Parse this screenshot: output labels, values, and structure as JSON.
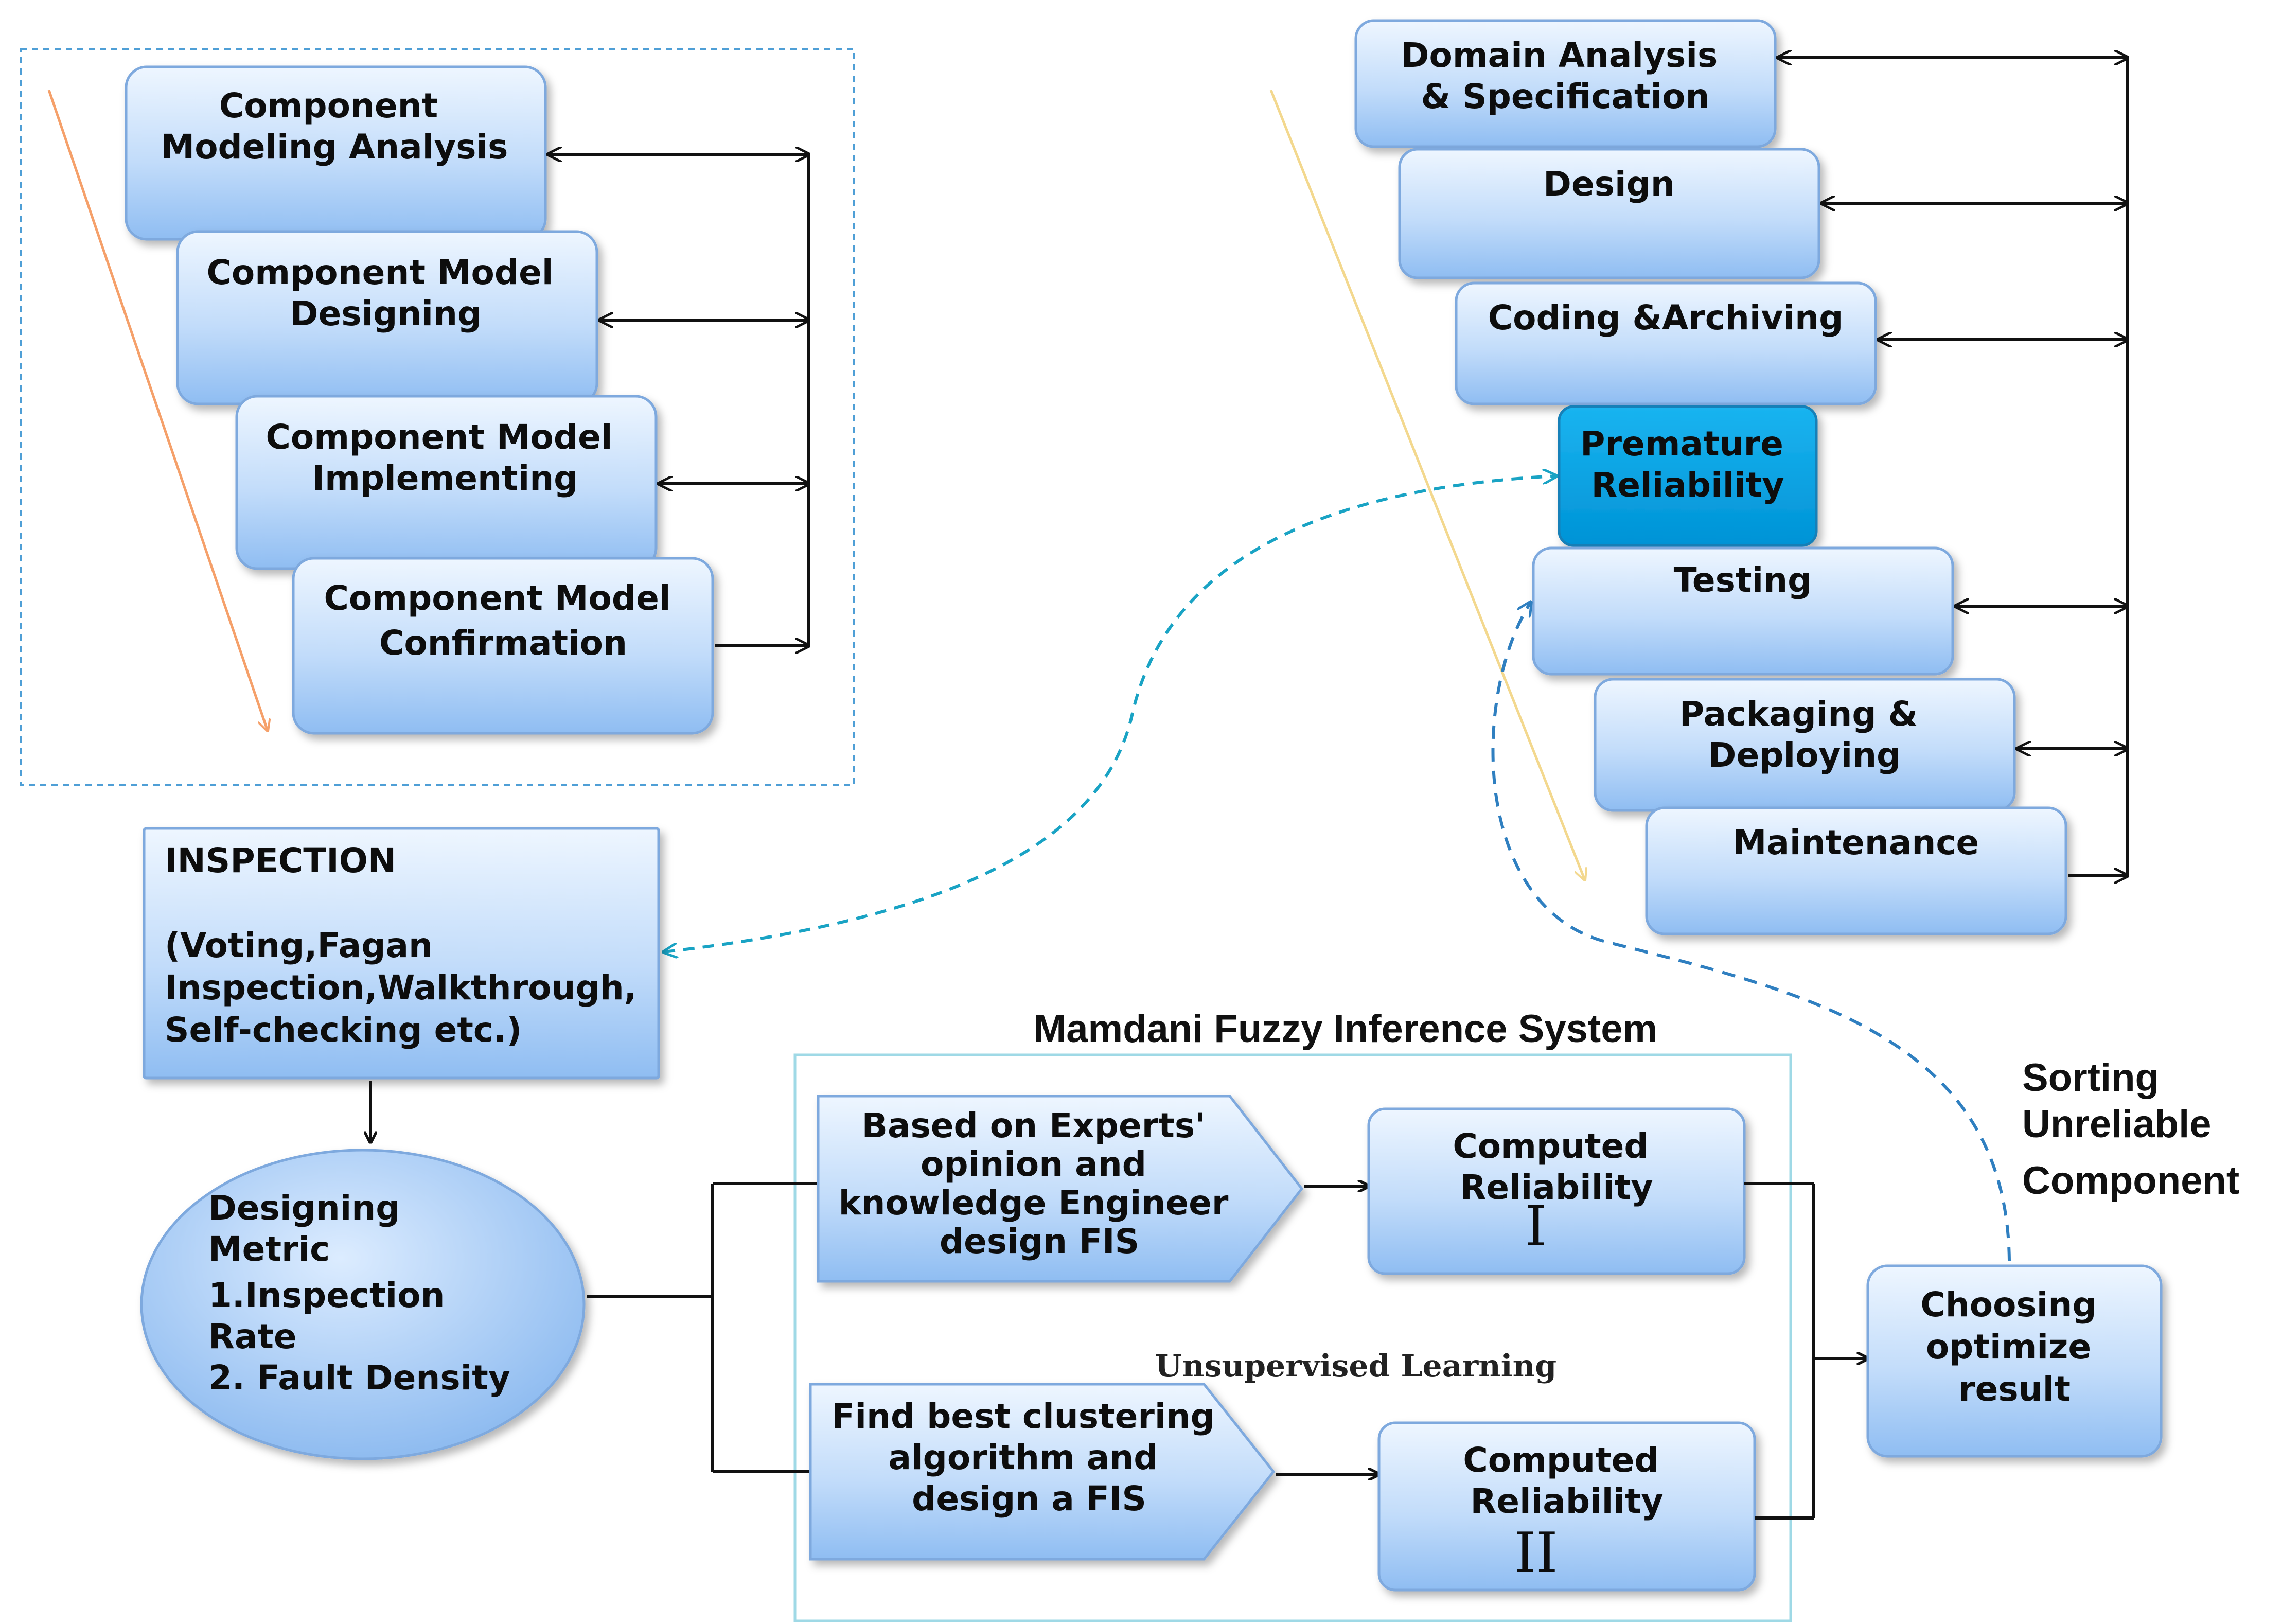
{
  "component_process": {
    "analysis": [
      "Component",
      "Modeling Analysis"
    ],
    "designing": [
      "Component Model",
      "Designing"
    ],
    "implementing": [
      "Component Model",
      "Implementing"
    ],
    "confirmation": [
      "Component Model",
      "Confirmation"
    ]
  },
  "lifecycle": {
    "domain_analysis": [
      "Domain Analysis",
      "& Specification"
    ],
    "design": [
      "Design"
    ],
    "coding": [
      "Coding &Archiving"
    ],
    "premature_reliability": [
      "Premature",
      "Reliability"
    ],
    "testing": [
      "Testing"
    ],
    "packaging": [
      "Packaging &",
      "Deploying"
    ],
    "maintenance": [
      "Maintenance"
    ]
  },
  "inspection": {
    "title": "INSPECTION",
    "details": [
      "(Voting,Fagan",
      "Inspection,Walkthrough,",
      "Self-checking etc.)"
    ]
  },
  "metric": [
    "Designing",
    "Metric",
    "1.Inspection",
    "Rate",
    "2. Fault Density"
  ],
  "fis": {
    "title": "Mamdani Fuzzy Inference System",
    "experts": [
      "Based on Experts'",
      "opinion and",
      "knowledge Engineer",
      "design FIS"
    ],
    "clustering": [
      "Find best clustering",
      "algorithm and",
      "design a FIS"
    ],
    "computed_one": [
      "Computed",
      "Reliability"
    ],
    "computed_one_numeral": "I",
    "computed_two": [
      "Computed",
      "Reliability"
    ],
    "computed_two_numeral": "II",
    "unsupervised": "Unsupervised Learning"
  },
  "choosing": [
    "Choosing",
    "optimize",
    "result"
  ],
  "sorting": [
    "Sorting",
    "Unreliable",
    "Component"
  ],
  "colors": {
    "box_top": "#e8f3ff",
    "box_bottom": "#8ebdf3",
    "box_border": "#7ea9de",
    "highlight": "#00a2e8",
    "dotted_frame": "#4f9fd6",
    "fis_frame": "#9fd9e6",
    "orange_arrow": "#f5a06a",
    "yellow_arrow": "#f3d88e",
    "dashed_teal": "#19a3c4",
    "dashed_blue": "#2f7fc0"
  }
}
